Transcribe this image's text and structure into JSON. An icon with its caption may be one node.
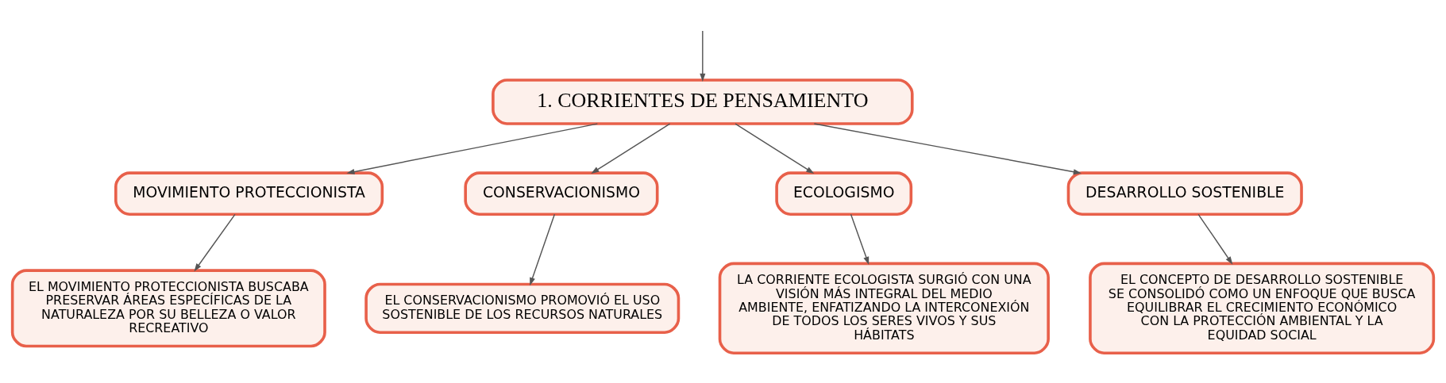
{
  "diagram": {
    "nodes": [
      {
        "text": [
          "1. CORRIENTES DE PENSAMIENTO"
        ]
      },
      {
        "text": [
          "MOVIMIENTO PROTECCIONISTA"
        ]
      },
      {
        "text": [
          "CONSERVACIONISMO"
        ]
      },
      {
        "text": [
          "ECOLOGISMO"
        ]
      },
      {
        "text": [
          "DESARROLLO SOSTENIBLE"
        ]
      },
      {
        "text": [
          "EL MOVIMIENTO PROTECCIONISTA BUSCABA PRESERVAR ÁREAS ESPECÍFICAS DE LA NATURALEZA POR SU BELLEZA O VALOR RECREATIVO"
        ]
      },
      {
        "text": [
          "EL CONSERVACIONISMO PROMOVIÓ EL USO SOSTENIBLE DE LOS RECURSOS NATURALES"
        ]
      },
      {
        "text": [
          "LA CORRIENTE ECOLOGISTA SURGIÓ CON UNA VISIÓN MÁS INTEGRAL DEL MEDIO AMBIENTE, ENFATIZANDO LA INTERCONEXIÓN DE TODOS LOS SERES VIVOS Y SUS HÁBITATS"
        ]
      },
      {
        "text": [
          "EL CONCEPTO DE DESARROLLO SOSTENIBLE SE CONSOLIDÓ COMO UN ENFOQUE QUE BUSCA EQUILIBRAR EL CRECIMIENTO ECONÓMICO CON LA PROTECCIÓN AMBIENTAL Y LA EQUIDAD SOCIAL"
        ]
      }
    ],
    "edges": [
      {
        "from": null,
        "to": 0,
        "arrow": "to"
      },
      {
        "from": 0,
        "to": 1,
        "arrow": "to"
      },
      {
        "from": 0,
        "to": 2,
        "arrow": "to"
      },
      {
        "from": 0,
        "to": 3,
        "arrow": "to"
      },
      {
        "from": 0,
        "to": 4,
        "arrow": "to"
      },
      {
        "from": 1,
        "to": 5,
        "arrow": "to"
      },
      {
        "from": 2,
        "to": 6,
        "arrow": "to"
      },
      {
        "from": 3,
        "to": 7,
        "arrow": "to"
      },
      {
        "from": 4,
        "to": 8,
        "arrow": "to"
      }
    ]
  }
}
